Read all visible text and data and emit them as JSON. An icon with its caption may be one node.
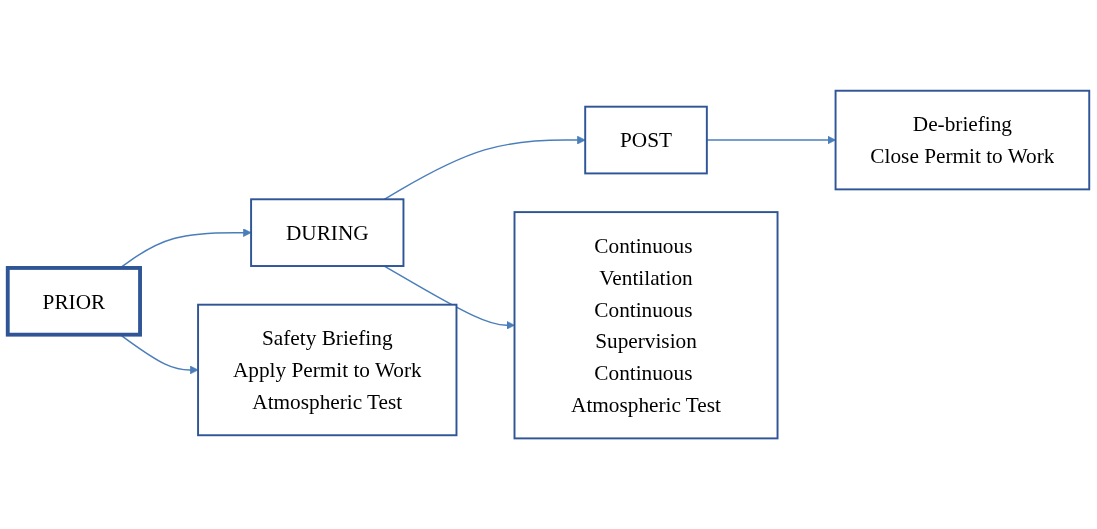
{
  "diagram": {
    "nodes": [
      {
        "text": [
          "PRIOR"
        ]
      },
      {
        "text": [
          "DURING"
        ]
      },
      {
        "text": [
          "POST"
        ]
      },
      {
        "text": [
          "Safety Briefing",
          "Apply Permit to Work",
          "Atmospheric Test"
        ]
      },
      {
        "text": [
          "Continuous Ventilation",
          "Continuous Supervision",
          "Continuous Atmospheric Test"
        ]
      },
      {
        "text": [
          "De-briefing",
          "Close Permit to Work"
        ]
      }
    ],
    "edges": [
      {
        "from": 0,
        "to": 1,
        "arrow": "to"
      },
      {
        "from": 1,
        "to": 2,
        "arrow": "to"
      },
      {
        "from": 0,
        "to": 3,
        "arrow": "to"
      },
      {
        "from": 1,
        "to": 4,
        "arrow": "to"
      },
      {
        "from": 2,
        "to": 5,
        "arrow": "to"
      }
    ]
  }
}
